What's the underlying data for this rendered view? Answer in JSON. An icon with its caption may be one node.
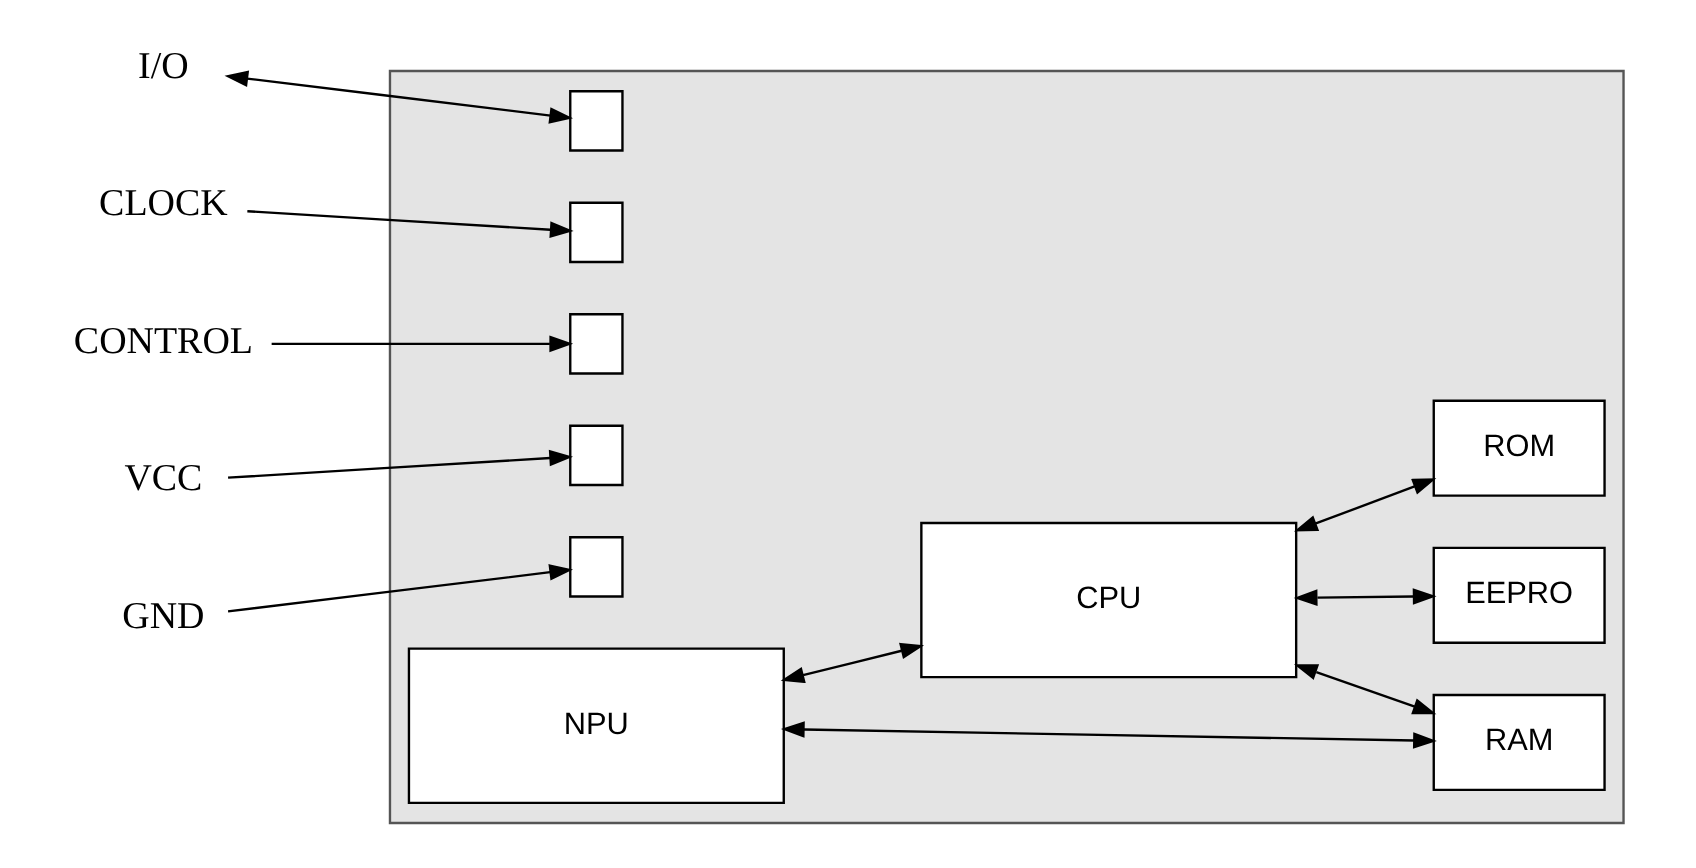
{
  "diagram": {
    "nodes": [
      {
        "text": [],
        "shape": "box"
      },
      {
        "text": [
          "I/O"
        ]
      },
      {
        "text": [],
        "shape": "box",
        "in": 0
      },
      {
        "text": [
          "CLOCK"
        ]
      },
      {
        "text": [],
        "shape": "box",
        "in": 0
      },
      {
        "text": [
          "CONTROL"
        ]
      },
      {
        "text": [],
        "shape": "box",
        "in": 0
      },
      {
        "text": [
          "VCC"
        ]
      },
      {
        "text": [],
        "shape": "box",
        "in": 0
      },
      {
        "text": [
          "GND"
        ]
      },
      {
        "text": [],
        "shape": "box",
        "in": 0
      },
      {
        "text": [
          "NPU"
        ],
        "in": 0
      },
      {
        "text": [
          "RAM"
        ],
        "in": 0
      },
      {
        "text": [
          "CPU"
        ],
        "in": 0
      },
      {
        "text": [
          "EEPRO"
        ],
        "in": 0
      },
      {
        "text": [
          "ROM"
        ],
        "in": 0
      }
    ],
    "edges": [
      {
        "from": 1,
        "to": 2,
        "arrow": "both"
      },
      {
        "from": 3,
        "to": 4,
        "arrow": "to"
      },
      {
        "from": 5,
        "to": 6,
        "arrow": "to"
      },
      {
        "from": 7,
        "to": 8,
        "arrow": "to"
      },
      {
        "from": 9,
        "to": 10,
        "arrow": "to"
      },
      {
        "from": 11,
        "to": 12,
        "arrow": "both"
      },
      {
        "from": 11,
        "to": 13,
        "arrow": "both"
      },
      {
        "from": 13,
        "to": 12,
        "arrow": "both"
      },
      {
        "from": 13,
        "to": 14,
        "arrow": "both"
      },
      {
        "from": 13,
        "to": 15,
        "arrow": "both"
      }
    ]
  }
}
